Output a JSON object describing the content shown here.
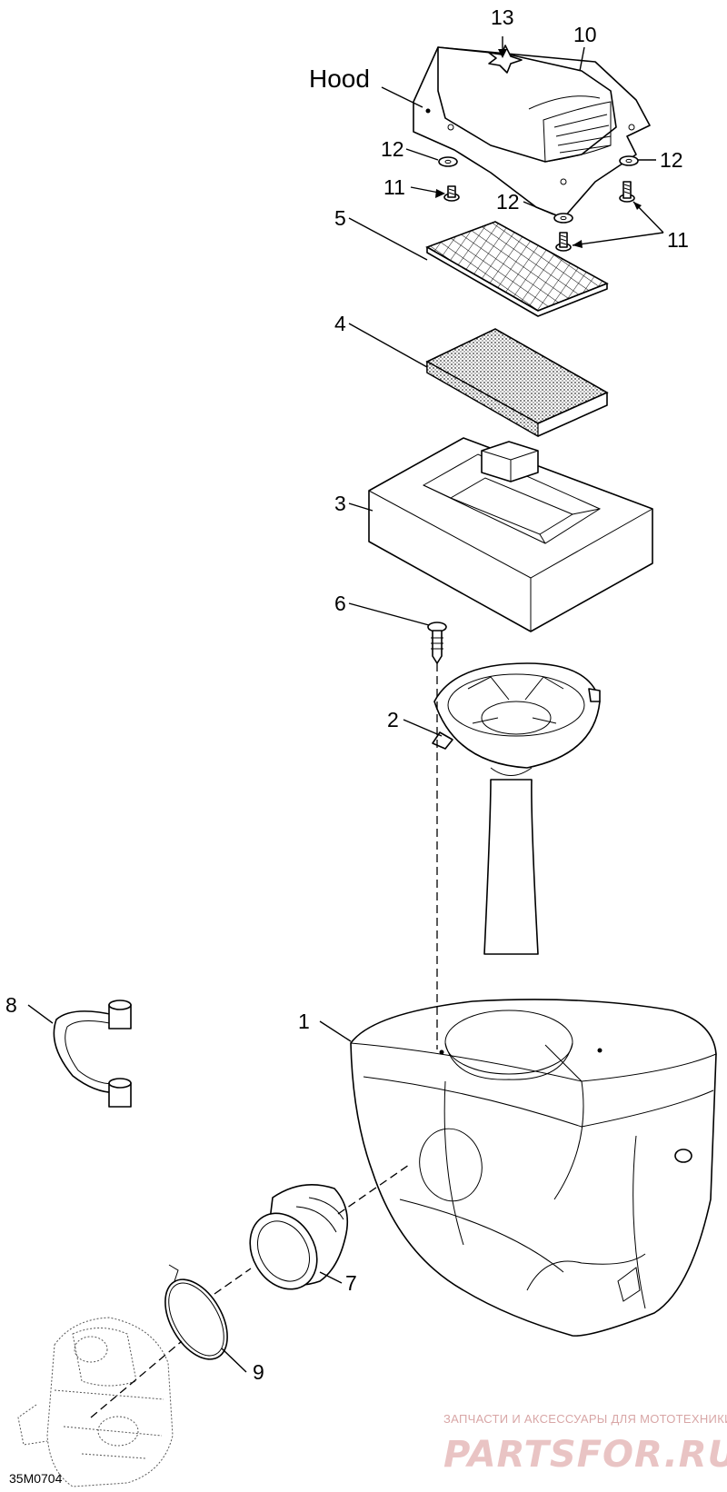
{
  "diagram": {
    "hood_label": "Hood",
    "callouts": {
      "c1": "1",
      "c2": "2",
      "c3": "3",
      "c4": "4",
      "c5": "5",
      "c6": "6",
      "c7": "7",
      "c8": "8",
      "c9": "9",
      "c10": "10",
      "c11a": "11",
      "c11b": "11",
      "c12a": "12",
      "c12b": "12",
      "c12c": "12",
      "c13": "13"
    },
    "drawing_id": "35M0704"
  },
  "watermark": {
    "tagline": "ЗАПЧАСТИ И АКСЕССУАРЫ ДЛЯ МОТОТЕХНИКИ",
    "logo": "PARTSFOR.RU"
  }
}
